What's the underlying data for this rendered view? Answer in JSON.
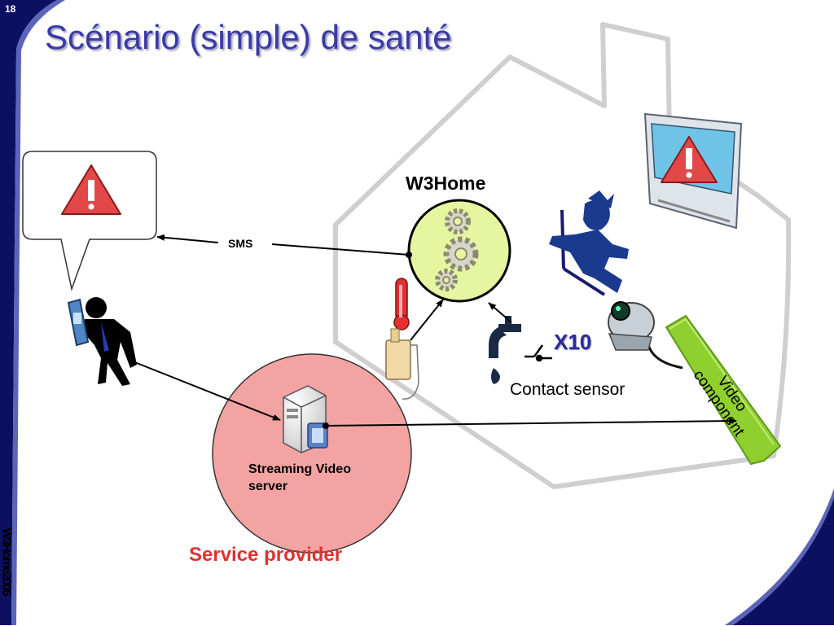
{
  "slide": {
    "number": "18",
    "title": "Scénario (simple) de santé",
    "footer": "W3Home2005"
  },
  "diagram": {
    "home_label": "W3Home",
    "sms_label": "SMS",
    "x10_label": "X10",
    "contact_sensor_label": "Contact sensor",
    "server_label": "Streaming Video server",
    "provider_label": "Service provider",
    "video_component_label": "Video component"
  },
  "colors": {
    "title": "#3a3aa8",
    "frame_navy": "#0c1060",
    "hub_fill": "#e6f5a0",
    "provider_fill": "#f4a3a3",
    "provider_text": "#e03030",
    "video_component": "#8fcf2e",
    "alert_red": "#e34848",
    "screen_blue": "#6fc3e6"
  },
  "icons": [
    "warning-icon",
    "gears-icon",
    "thermometer-icon",
    "faucet-icon",
    "switch-icon",
    "phone-icon",
    "server-icon",
    "camera-icon",
    "tv-icon"
  ]
}
